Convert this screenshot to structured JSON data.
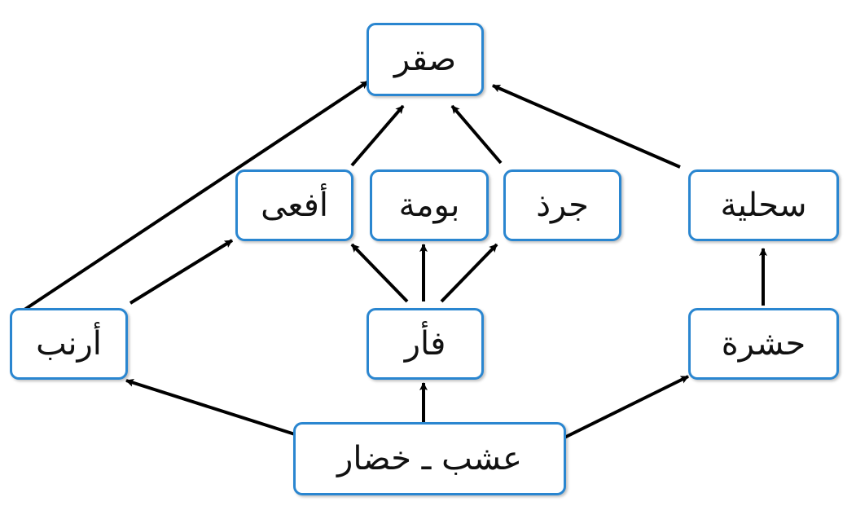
{
  "nodes": {
    "falcon": "صقر",
    "viper": "أفعى",
    "owl": "بومة",
    "rat": "جرذ",
    "lizard": "سحلية",
    "rabbit": "أرنب",
    "mouse": "فأر",
    "insect": "حشرة",
    "plants": "عشب ـ خضار"
  },
  "edges": [
    {
      "from": "plants",
      "to": "rabbit"
    },
    {
      "from": "plants",
      "to": "mouse"
    },
    {
      "from": "plants",
      "to": "insect"
    },
    {
      "from": "rabbit",
      "to": "falcon"
    },
    {
      "from": "rabbit",
      "to": "viper"
    },
    {
      "from": "mouse",
      "to": "viper"
    },
    {
      "from": "mouse",
      "to": "owl"
    },
    {
      "from": "mouse",
      "to": "rat"
    },
    {
      "from": "insect",
      "to": "lizard"
    },
    {
      "from": "viper",
      "to": "falcon"
    },
    {
      "from": "rat",
      "to": "falcon"
    },
    {
      "from": "lizard",
      "to": "falcon"
    }
  ],
  "colors": {
    "box_border": "#2a86d0",
    "arrow": "#000000",
    "text": "#111111"
  }
}
